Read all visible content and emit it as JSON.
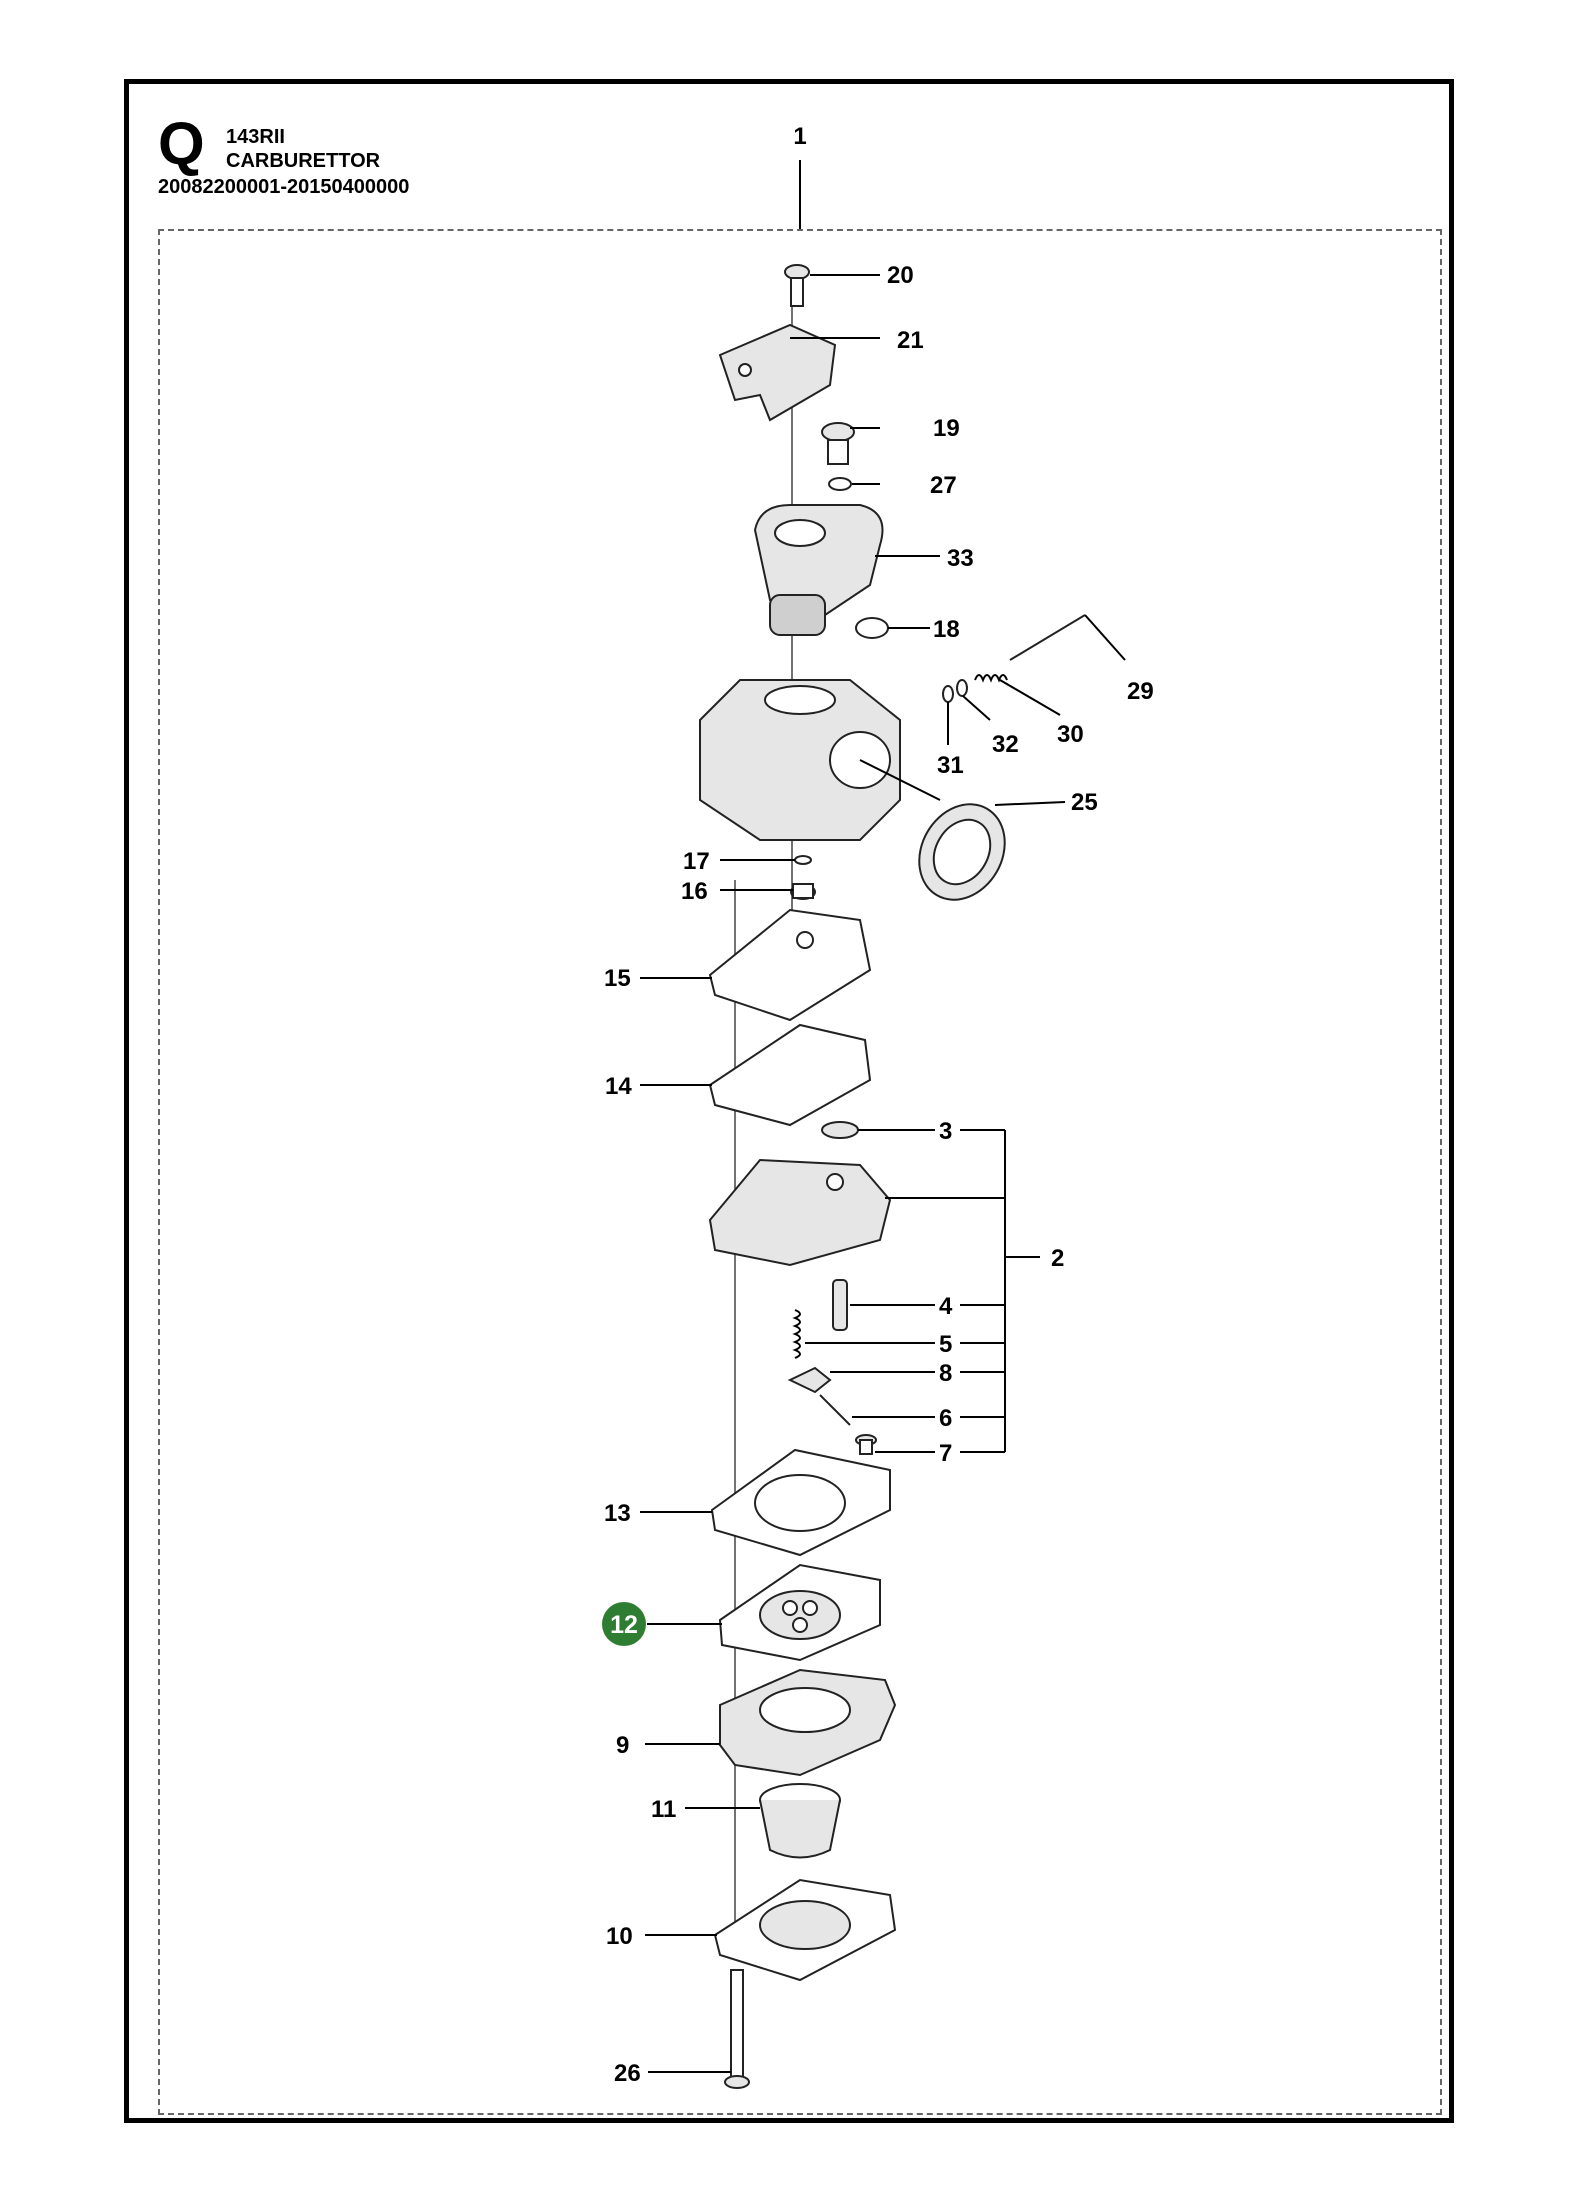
{
  "header": {
    "section_letter": "Q",
    "model": "143RII",
    "assembly": "CARBURETTOR",
    "serial_range": "20082200001-20150400000"
  },
  "callouts": {
    "c1": "1",
    "c2": "2",
    "c3": "3",
    "c4": "4",
    "c5": "5",
    "c6": "6",
    "c7": "7",
    "c8": "8",
    "c9": "9",
    "c10": "10",
    "c11": "11",
    "c12": "12",
    "c13": "13",
    "c14": "14",
    "c15": "15",
    "c16": "16",
    "c17": "17",
    "c18": "18",
    "c19": "19",
    "c20": "20",
    "c21": "21",
    "c25": "25",
    "c26": "26",
    "c27": "27",
    "c29": "29",
    "c30": "30",
    "c31": "31",
    "c32": "32",
    "c33": "33"
  },
  "highlight": {
    "callout": "12",
    "color": "#2f7d32"
  },
  "colors": {
    "frame": "#000000",
    "line": "#000000",
    "part_fill": "#e6e6e6"
  }
}
